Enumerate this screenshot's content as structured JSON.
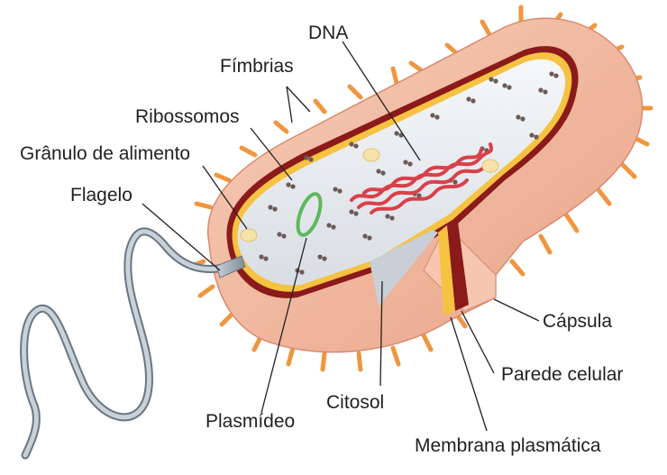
{
  "labels": {
    "dna": "DNA",
    "fimbrias": "Fímbrias",
    "ribossomos": "Ribossomos",
    "granulo": "Grânulo de alimento",
    "flagelo": "Flagelo",
    "capsula": "Cápsula",
    "parede": "Parede celular",
    "citosol": "Citosol",
    "plasmideo": "Plasmídeo",
    "membrana": "Membrana plasmática"
  },
  "colors": {
    "capsule": "#f2b9a0",
    "capsule_edge": "#d98b6e",
    "fimbria": "#f0963f",
    "cell_wall": "#8b1a1a",
    "membrane": "#f6c242",
    "cytosol": "#eef1f4",
    "ribosome": "#6b5a57",
    "dna": "#d9404a",
    "plasmid": "#5db85d",
    "granule": "#f7e3a8",
    "flagellum": "#9aa6b2"
  }
}
